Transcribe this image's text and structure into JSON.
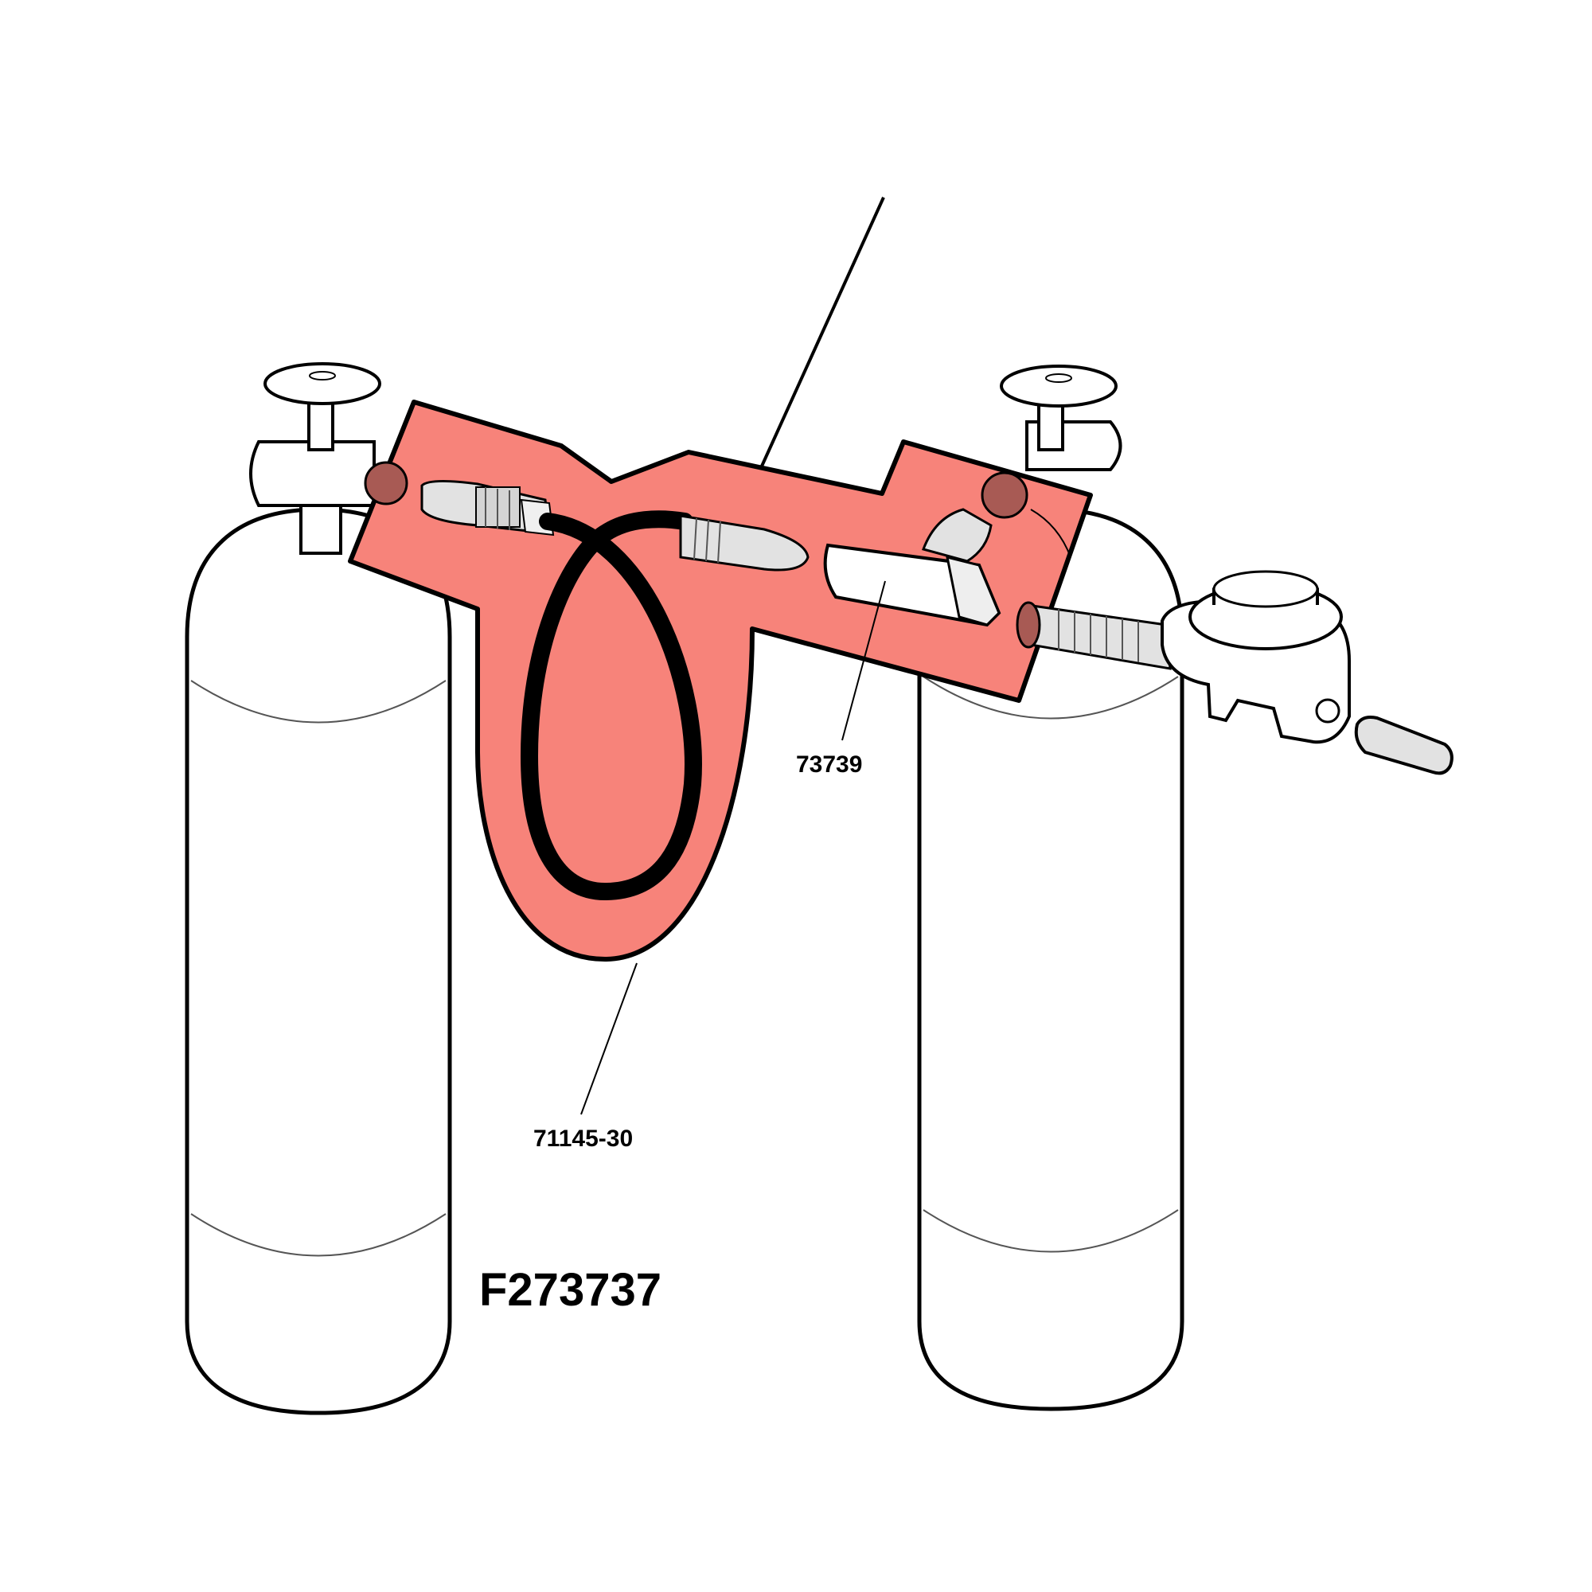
{
  "labels": {
    "figure_id": "F273737",
    "part_tee_fitting": "73739",
    "part_hose": "71145-30"
  },
  "colors": {
    "highlight": "#f7837a",
    "line": "#000000",
    "tank_fill": "#ffffff",
    "fitting_fill": "#e2e2e2"
  }
}
